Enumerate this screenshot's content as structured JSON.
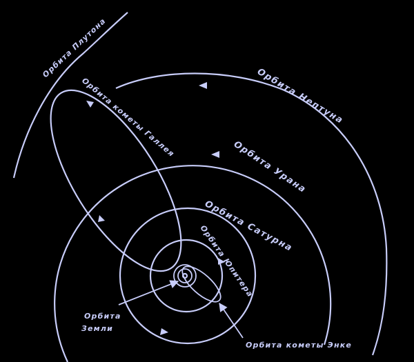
{
  "labels": {
    "pluto": "Орбита Плутона",
    "halley": "Орбита кометы Галлея",
    "neptune": "Орбита Нептуна",
    "uranus": "Орбита Урана",
    "saturn": "Орбита Сатурна",
    "jupiter": "Орбита Юпитера",
    "earth_line1": "Орбита",
    "earth_line2": "Земли",
    "encke": "Орбита кометы Энке"
  },
  "colors": {
    "background": "#000000",
    "ink": "#c8cdfa"
  }
}
